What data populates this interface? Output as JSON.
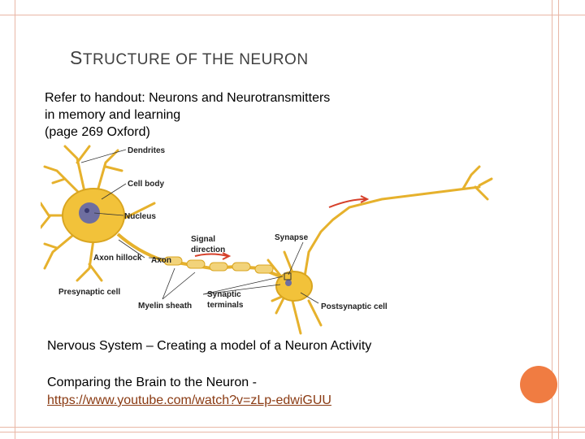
{
  "slide": {
    "title_first": "S",
    "title_rest": "TRUCTURE OF THE NEURON",
    "handout_lines": [
      "Refer to handout: Neurons and Neurotransmitters",
      "in memory and learning",
      "(page 269 Oxford)"
    ],
    "activity": "Nervous System – Creating a model of a Neuron Activity",
    "compare_label": "Comparing the Brain to the Neuron -",
    "compare_link": "https://www.youtube.com/watch?v=zLp-edwiGUU"
  },
  "diagram": {
    "labels": {
      "dendrites": "Dendrites",
      "cell_body": "Cell body",
      "nucleus": "Nucleus",
      "signal_direction_1": "Signal",
      "signal_direction_2": "direction",
      "synapse": "Synapse",
      "axon_hillock": "Axon hillock",
      "axon": "Axon",
      "presynaptic_cell": "Presynaptic cell",
      "myelin_sheath": "Myelin sheath",
      "synaptic_terminals_1": "Synaptic",
      "synaptic_terminals_2": "terminals",
      "postsynaptic_cell": "Postsynaptic cell"
    }
  },
  "colors": {
    "frame": "#e9b7a6",
    "accent_circle": "#f07c42",
    "link": "#8a3a12",
    "cell": "#f2c23a",
    "nucleus": "#6e6ea0",
    "arrow": "#d6402a"
  }
}
